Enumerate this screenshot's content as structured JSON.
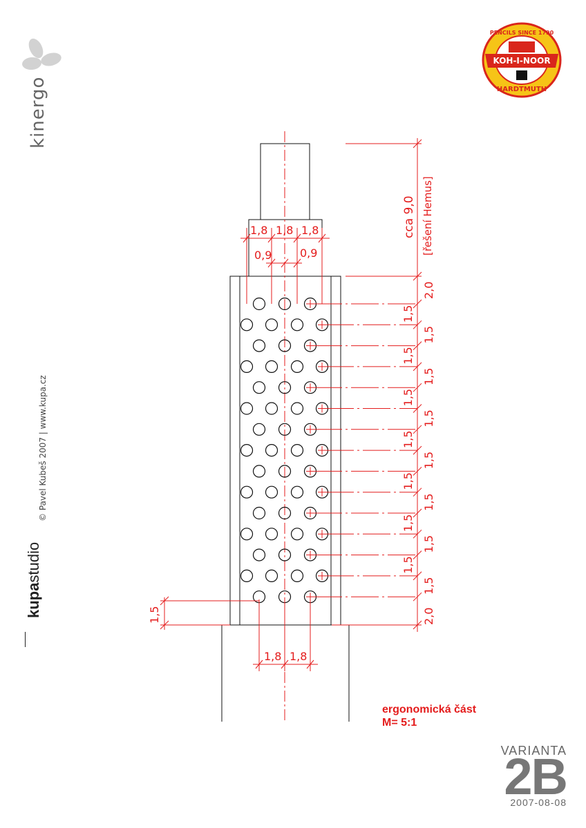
{
  "sidebar": {
    "brand_bold": "kupa",
    "brand_light": "studio",
    "credit": "© Pavel Kubeš 2007 | www.kupa.cz",
    "product": "kinergo"
  },
  "logo": {
    "top_text": "PENCILS SINCE 1790",
    "center_text": "KOH-I-NOOR",
    "bottom_text": "HARDTMUTH"
  },
  "drawing": {
    "dim_total": "cca 9,0",
    "dim_note": "[řešení Hemus]",
    "dim_end": "2,0",
    "dim_row": "1,5",
    "dim_spacing": "1,8",
    "dim_half": "0,9",
    "dim_bottom_left": "1,5",
    "caption_line1": "ergonomická část",
    "caption_line2": "M= 5:1"
  },
  "variant": {
    "label": "VARIANTA",
    "code": "2B",
    "date": "2007-08-08"
  },
  "colors": {
    "dimension": "#e41c1c",
    "outline": "#111111",
    "logo_yellow": "#f6c417",
    "logo_red": "#d9261c"
  }
}
